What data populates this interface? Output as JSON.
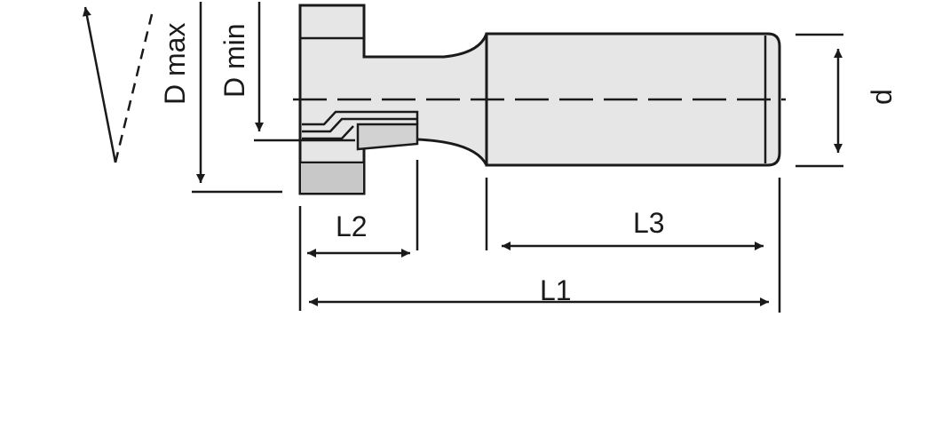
{
  "labels": {
    "d_max": "D max",
    "d_min": "D min",
    "d": "d",
    "l1": "L1",
    "l2": "L2",
    "l3": "L3"
  },
  "colors": {
    "line": "#1a1a1a",
    "body_fill": "#e6e6e6",
    "insert_fill": "#d2d2d2",
    "background": "#ffffff"
  }
}
